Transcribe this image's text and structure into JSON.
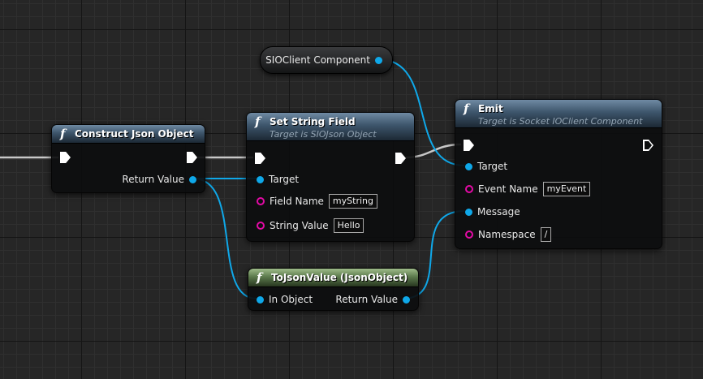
{
  "nodes": {
    "construct": {
      "title": "Construct Json Object",
      "return_label": "Return Value"
    },
    "set_string": {
      "title": "Set String Field",
      "subtitle": "Target is SIOJson Object",
      "target_label": "Target",
      "field_name_label": "Field Name",
      "field_name_value": "myString",
      "string_value_label": "String Value",
      "string_value_value": "Hello"
    },
    "tojson": {
      "title": "ToJsonValue (JsonObject)",
      "in_label": "In Object",
      "return_label": "Return Value"
    },
    "sioclient": {
      "label": "SIOClient Component"
    },
    "emit": {
      "title": "Emit",
      "subtitle": "Target is Socket IOClient Component",
      "target_label": "Target",
      "event_name_label": "Event Name",
      "event_name_value": "myEvent",
      "message_label": "Message",
      "namespace_label": "Namespace",
      "namespace_value": "/"
    }
  },
  "colors": {
    "object_pin": "#0fa8e9",
    "string_pin": "#e40aa6",
    "exec_wire": "#ffffff",
    "function_header": "#3d556b",
    "pure_header": "#5d7b4d"
  },
  "icons": {
    "function": "f"
  }
}
